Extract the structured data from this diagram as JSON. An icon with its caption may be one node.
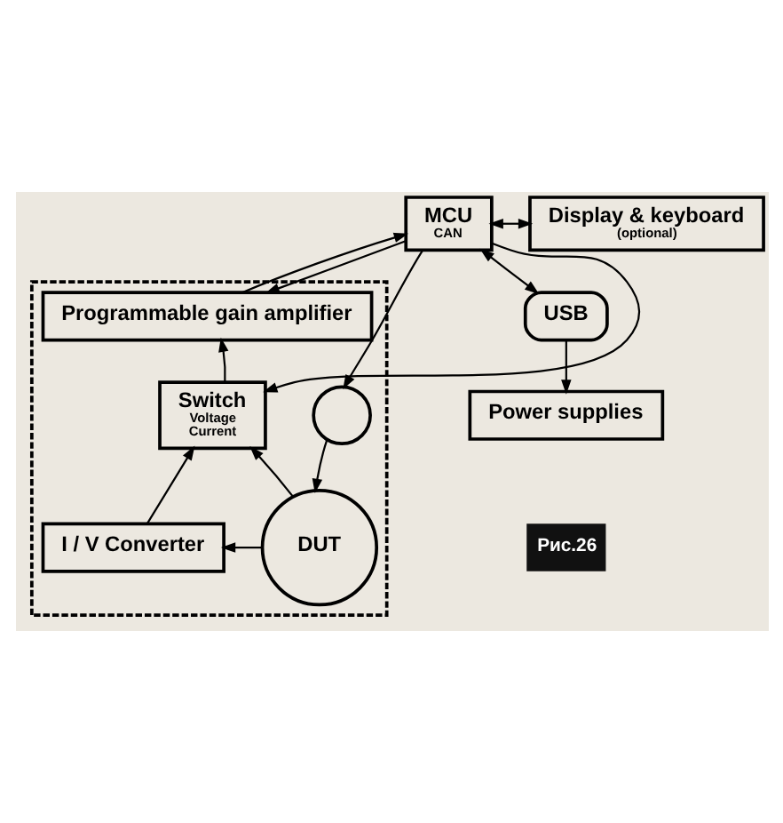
{
  "diagram": {
    "nodes": [
      {
        "text": [
          "MCU",
          "CAN"
        ]
      },
      {
        "text": [
          "Display & keyboard",
          "(optional)"
        ]
      },
      {
        "text": [
          "USB"
        ]
      },
      {
        "text": [
          "Power supplies"
        ]
      },
      {
        "text": [],
        "shape": "box"
      },
      {
        "text": [
          "Programmable gain amplifier"
        ],
        "in": 4
      },
      {
        "text": [],
        "shape": "circle",
        "in": 4
      },
      {
        "text": [
          "Switch",
          "Voltage",
          "Current"
        ],
        "in": 4
      },
      {
        "text": [
          "DUT"
        ],
        "in": 4
      },
      {
        "text": [
          "I / V Converter"
        ],
        "in": 4
      }
    ],
    "edges": [
      {
        "from": 0,
        "to": 1,
        "arrow": "both"
      },
      {
        "from": 0,
        "to": 2,
        "arrow": "both"
      },
      {
        "from": 2,
        "to": 3,
        "arrow": "to"
      },
      {
        "from": 0,
        "to": 6,
        "arrow": "to"
      },
      {
        "from": 5,
        "to": 0,
        "arrow": "to"
      },
      {
        "from": 0,
        "to": 5,
        "arrow": "to"
      },
      {
        "from": 0,
        "to": 7,
        "arrow": "to"
      },
      {
        "from": 7,
        "to": 5,
        "arrow": "to"
      },
      {
        "from": 6,
        "to": 8,
        "arrow": "to"
      },
      {
        "from": 8,
        "to": 7,
        "arrow": "to"
      },
      {
        "from": 8,
        "to": 9,
        "arrow": "to"
      },
      {
        "from": 9,
        "to": 7,
        "arrow": "to"
      }
    ],
    "labels": [
      "Рис.26"
    ]
  }
}
